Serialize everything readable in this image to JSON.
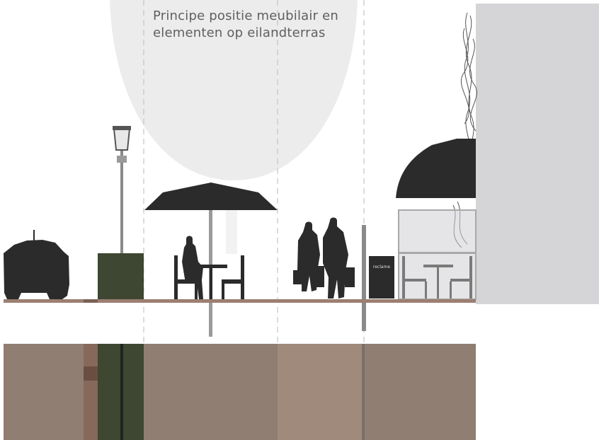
{
  "title": "Principe positie meubilair en elementen op eilandterras",
  "sign_text": "reclame",
  "colors": {
    "background": "#ffffff",
    "building": "#d5d5d7",
    "glow": "#ececec",
    "silhouette": "#2b2b2b",
    "planter": "#3e4731",
    "sidewalk_line": "#9b7f72",
    "ground_section": "#907e73",
    "ground_section_light": "#a08a7b",
    "ground_section_shade": "#7a6255",
    "pole": "#8a8a8a",
    "guide_line": "#c4c4c4"
  },
  "elements": [
    {
      "name": "car",
      "icon": "car-silhouette-icon"
    },
    {
      "name": "street-lamp",
      "icon": "street-lamp-icon"
    },
    {
      "name": "planter",
      "icon": "planter-box-icon"
    },
    {
      "name": "parasol",
      "icon": "parasol-icon"
    },
    {
      "name": "seated-person",
      "icon": "seated-person-icon"
    },
    {
      "name": "walking-couple",
      "icon": "walking-people-icon"
    },
    {
      "name": "bollard",
      "icon": "bollard-icon"
    },
    {
      "name": "advertising-sign",
      "icon": "sign-board-icon"
    },
    {
      "name": "awning",
      "icon": "awning-icon"
    },
    {
      "name": "glass-enclosure",
      "icon": "glass-screen-icon"
    },
    {
      "name": "climbing-plant",
      "icon": "climbing-plant-icon"
    },
    {
      "name": "building-facade",
      "icon": "building-icon"
    }
  ]
}
